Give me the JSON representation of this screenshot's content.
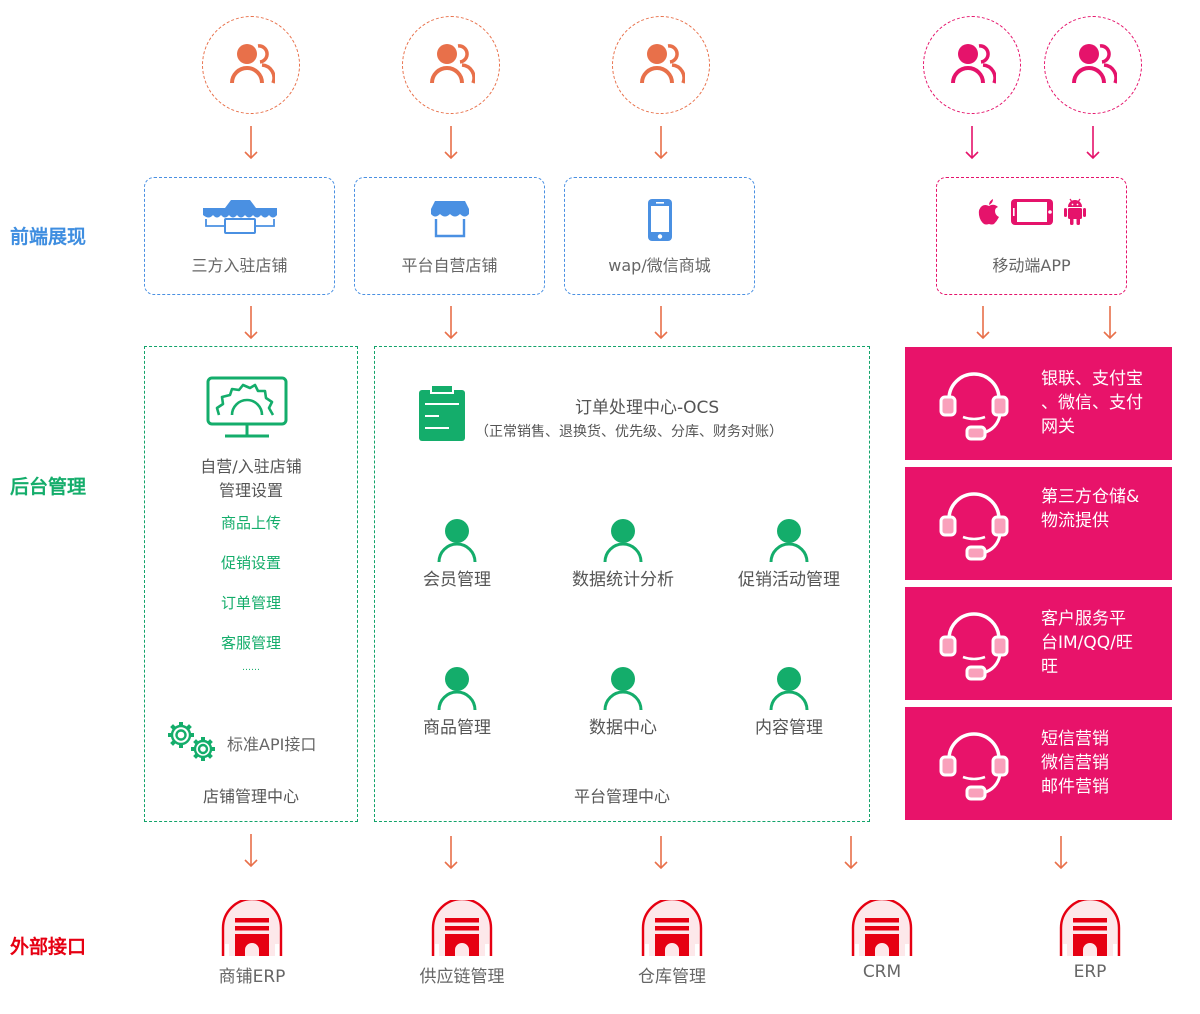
{
  "row_labels": {
    "front": {
      "text": "前端展现",
      "color": "#3f8ee0"
    },
    "backend": {
      "text": "后台管理",
      "color": "#14ad6b"
    },
    "external": {
      "text": "外部接口",
      "color": "#e60012"
    }
  },
  "colors": {
    "orange": "#e8704a",
    "pink": "#e5136b",
    "blue": "#4a90e2",
    "green": "#14ad6b",
    "red": "#e60012"
  },
  "users": [
    {
      "icon": "users-icon",
      "color": "orange"
    },
    {
      "icon": "users-icon",
      "color": "orange"
    },
    {
      "icon": "users-icon",
      "color": "orange"
    },
    {
      "icon": "users-icon",
      "color": "pink"
    },
    {
      "icon": "users-icon",
      "color": "pink"
    }
  ],
  "front": [
    {
      "label": "三方入驻店铺",
      "icon": "multi-store-icon"
    },
    {
      "label": "平台自营店铺",
      "icon": "store-icon"
    },
    {
      "label": "wap/微信商城",
      "icon": "smartphone-icon"
    },
    {
      "label": "移动端APP",
      "icon": "apple-tablet-android-icons"
    }
  ],
  "store_center": {
    "icon": "monitor-gear-icon",
    "title_line1": "自营/入驻店铺",
    "title_line2": "管理设置",
    "links": [
      "商品上传",
      "促销设置",
      "订单管理",
      "客服管理"
    ],
    "ellipsis": "……",
    "api_label": "标准API接口",
    "footer": "店铺管理中心"
  },
  "platform_center": {
    "ocs_title": "订单处理中心-OCS",
    "ocs_subtitle": "（正常销售、退换货、优先级、分库、财务对账）",
    "modules": [
      "会员管理",
      "数据统计分析",
      "促销活动管理",
      "商品管理",
      "数据中心",
      "内容管理"
    ],
    "footer": "平台管理中心"
  },
  "services": [
    {
      "lines": [
        "银联、支付宝",
        "、微信、支付",
        "网关"
      ]
    },
    {
      "lines": [
        "第三方仓储&",
        "物流提供"
      ]
    },
    {
      "lines": [
        "客户服务平",
        "台IM/QQ/旺",
        "旺"
      ]
    },
    {
      "lines": [
        "短信营销",
        "微信营销",
        "邮件营销"
      ]
    }
  ],
  "external": [
    "商铺ERP",
    "供应链管理",
    "仓库管理",
    "CRM",
    "ERP"
  ]
}
